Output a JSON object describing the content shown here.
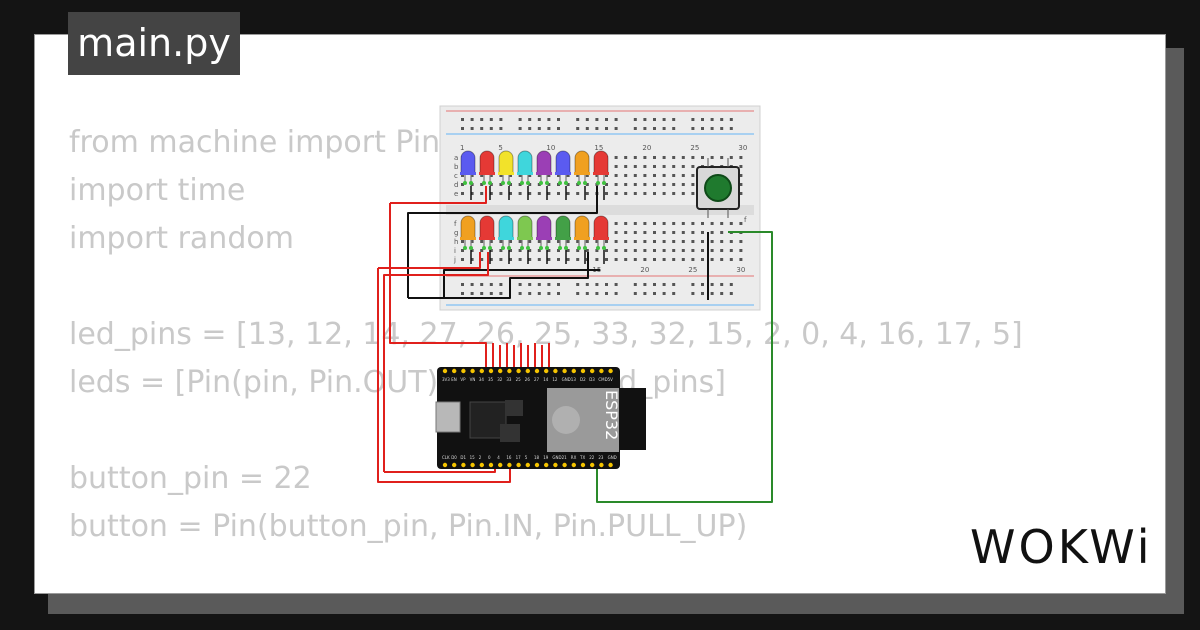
{
  "file_tab": {
    "label": "main.py"
  },
  "code_lines": [
    "from machine import Pin",
    "import time",
    "import random",
    "",
    "led_pins = [13, 12, 14, 27, 26, 25, 33, 32, 15, 2, 0, 4, 16, 17, 5]",
    "leds = [Pin(pin, Pin.OUT) for pin in led_pins]",
    "",
    "button_pin = 22",
    "button = Pin(button_pin, Pin.IN, Pin.PULL_UP)",
    "",
    "               ?"
  ],
  "breadboard": {
    "col_numbers_top": [
      "1",
      "5",
      "10",
      "15",
      "20",
      "25",
      "30"
    ],
    "col_numbers_bottom": [
      "15",
      "20",
      "25",
      "30"
    ],
    "row_letters_top": [
      "a",
      "b",
      "c",
      "d",
      "e"
    ],
    "row_letters_bottom": [
      "f",
      "g",
      "h",
      "i",
      "j"
    ]
  },
  "leds_top_colors": [
    "#5b5bf0",
    "#e53935",
    "#f2e22a",
    "#3fd6dc",
    "#9b3fb5",
    "#5b5bf0",
    "#f0a020",
    "#e53935"
  ],
  "leds_bottom_colors": [
    "#f0a020",
    "#e53935",
    "#3fd6dc",
    "#7ec850",
    "#9b3fb5",
    "#43a047",
    "#f0a020",
    "#e53935"
  ],
  "esp32": {
    "chip_label": "ESP32",
    "top_pins": [
      "3V3",
      "EN",
      "VP",
      "VN",
      "34",
      "35",
      "32",
      "33",
      "25",
      "26",
      "27",
      "14",
      "12",
      "GND",
      "13",
      "D2",
      "D3",
      "CMD",
      "5V"
    ],
    "bottom_pins": [
      "CLK",
      "D0",
      "D1",
      "15",
      "2",
      "0",
      "4",
      "16",
      "17",
      "5",
      "18",
      "19",
      "GND",
      "21",
      "RX",
      "TX",
      "22",
      "23",
      "GND"
    ]
  },
  "colors": {
    "wire_red": "#e0201c",
    "wire_black": "#111111",
    "wire_green": "#2a8a2a",
    "button_green": "#1f7a2e"
  },
  "brand": {
    "logo_text": "WOKWi"
  }
}
